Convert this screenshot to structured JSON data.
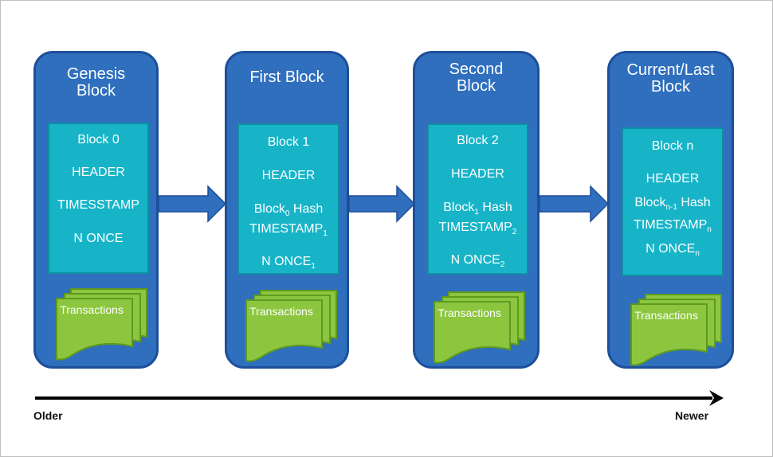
{
  "colors": {
    "block_fill": "#2f6fbd",
    "block_border": "#1d4f9a",
    "inner_fill": "#17b4c8",
    "transactions_fill": "#8cc63f",
    "arrow_fill": "#2f6fbd"
  },
  "blocks": [
    {
      "title_lines": [
        "Genesis",
        "Block"
      ],
      "lines": [
        {
          "text": "Block 0"
        },
        {
          "text": "HEADER"
        },
        {
          "text": "TIMESSTAMP"
        },
        {
          "text": "N ONCE"
        }
      ],
      "transactions": "Transactions"
    },
    {
      "title_lines": [
        "First Block"
      ],
      "lines": [
        {
          "text": "Block 1"
        },
        {
          "text": "HEADER"
        },
        {
          "text": "Block",
          "sub": "0",
          "rest": " Hash"
        },
        {
          "text": "TIMESTAMP",
          "sub": "1"
        },
        {
          "text": "N ONCE",
          "sub": "1"
        }
      ],
      "transactions": "Transactions"
    },
    {
      "title_lines": [
        "Second",
        "Block"
      ],
      "lines": [
        {
          "text": "Block 2"
        },
        {
          "text": "HEADER"
        },
        {
          "text": "Block",
          "sub": "1",
          "rest": " Hash"
        },
        {
          "text": "TIMESTAMP",
          "sub": "2"
        },
        {
          "text": "N ONCE",
          "sub": "2"
        }
      ],
      "transactions": "Transactions"
    },
    {
      "title_lines": [
        "Current/Last",
        "Block"
      ],
      "lines": [
        {
          "text": "Block n"
        },
        {
          "text": "HEADER"
        },
        {
          "text": "Block",
          "sub": "n-1",
          "rest": " Hash"
        },
        {
          "text": "TIMESTAMP",
          "sub": "n"
        },
        {
          "text": "N ONCE",
          "sub": "n"
        }
      ],
      "transactions": "Transactions"
    }
  ],
  "timeline": {
    "left_label": "Older",
    "right_label": "Newer"
  }
}
